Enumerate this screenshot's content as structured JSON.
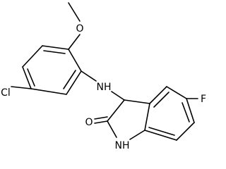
{
  "labels": {
    "methoxy_o": "O",
    "chloro": "Cl",
    "amine": "NH",
    "fluoro": "F",
    "carbonyl_o": "O",
    "lactam_nh": "NH"
  },
  "colors": {
    "line": "#000000",
    "background": "#ffffff"
  }
}
